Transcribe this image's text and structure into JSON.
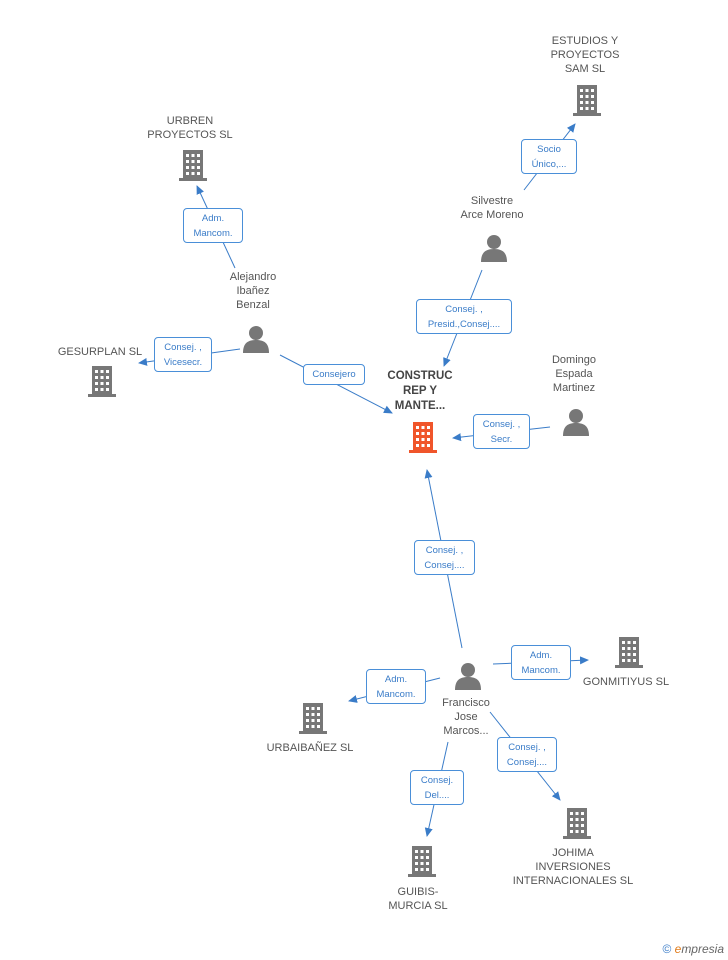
{
  "colors": {
    "edge": "#3a7cc8",
    "box_border": "#4a8fd8",
    "node_gray": "#777777",
    "main_node": "#f0552a"
  },
  "nodes": {
    "estudios": {
      "label": "ESTUDIOS Y\nPROYECTOS\nSAM SL",
      "icon": "building-icon"
    },
    "urbren": {
      "label": "URBREN\nPROYECTOS SL",
      "icon": "building-icon"
    },
    "silvestre": {
      "label": "Silvestre\nArce Moreno",
      "icon": "person-icon"
    },
    "alejandro": {
      "label": "Alejandro\nIbañez\nBenzal",
      "icon": "person-icon"
    },
    "gesurplan": {
      "label": "GESURPLAN SL",
      "icon": "building-icon"
    },
    "construc": {
      "label": "CONSTRUC\nREP Y\nMANTE...",
      "icon": "building-icon"
    },
    "domingo": {
      "label": "Domingo\nEspada\nMartinez",
      "icon": "person-icon"
    },
    "francisco": {
      "label": "Francisco\nJose\nMarcos...",
      "icon": "person-icon"
    },
    "gonmitiyus": {
      "label": "GONMITIYUS SL",
      "icon": "building-icon"
    },
    "urbaibanez": {
      "label": "URBAIBAÑEZ SL",
      "icon": "building-icon"
    },
    "guibis": {
      "label": "GUIBIS-\nMURCIA SL",
      "icon": "building-icon"
    },
    "johima": {
      "label": "JOHIMA\nINVERSIONES\nINTERNACIONALES SL",
      "icon": "building-icon"
    }
  },
  "relations": {
    "silvestre_estudios": "Socio\nÚnico,...",
    "alejandro_urbren": "Adm.\nMancom.",
    "silvestre_construc": "Consej. ,\nPresid.,Consej....",
    "alejandro_gesurplan": "Consej. ,\nVicesecr.",
    "alejandro_construc": "Consejero",
    "domingo_construc": "Consej. ,\nSecr.",
    "francisco_construc": "Consej. ,\nConsej....",
    "francisco_gonmitiyus": "Adm.\nMancom.",
    "francisco_urbaibanez": "Adm.\nMancom.",
    "francisco_guibis": "Consej.\nDel....",
    "francisco_johima": "Consej. ,\nConsej...."
  },
  "footer": {
    "copyright": "©",
    "brand_e": "e",
    "brand_rest": "mpresia"
  }
}
